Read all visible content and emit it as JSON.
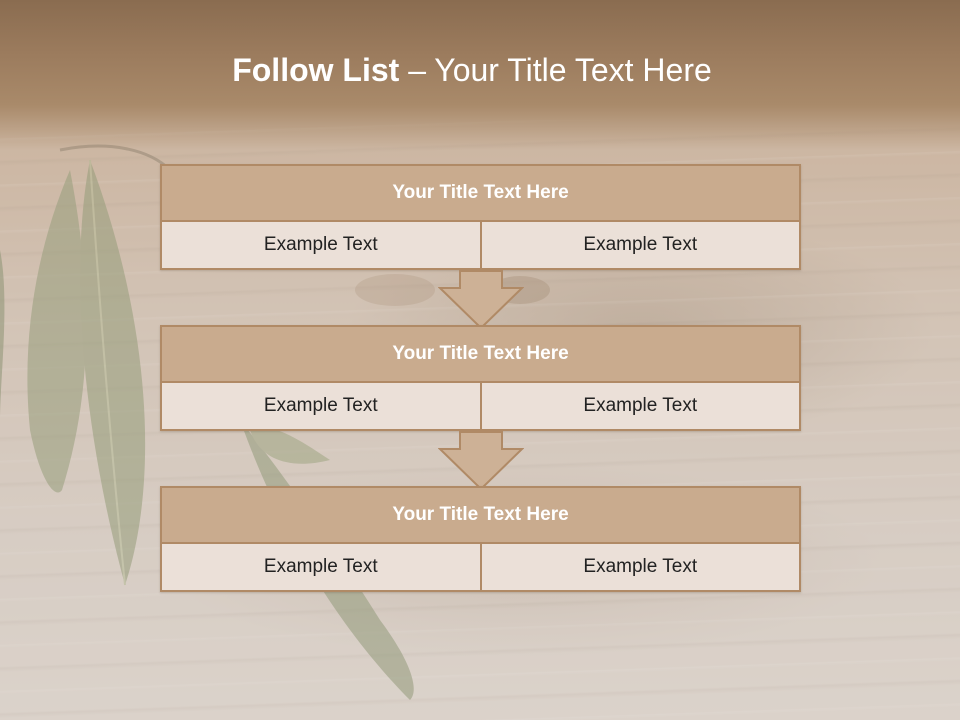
{
  "slide": {
    "title_bold": "Follow List",
    "title_rest": " – Your Title Text Here"
  },
  "blocks": [
    {
      "title": "Your Title Text Here",
      "left": "Example Text",
      "right": "Example Text"
    },
    {
      "title": "Your Title Text Here",
      "left": "Example Text",
      "right": "Example Text"
    },
    {
      "title": "Your Title Text Here",
      "left": "Example Text",
      "right": "Example Text"
    }
  ],
  "colors": {
    "header": "#9b7b5d",
    "block_title_fill": "#c9ab8e",
    "block_border": "#b08a66",
    "block_cell_fill": "#ebe0d8",
    "arrow_fill": "#cdb196"
  },
  "icons": [
    "down-arrow-icon",
    "olive-leaf-decoration"
  ]
}
